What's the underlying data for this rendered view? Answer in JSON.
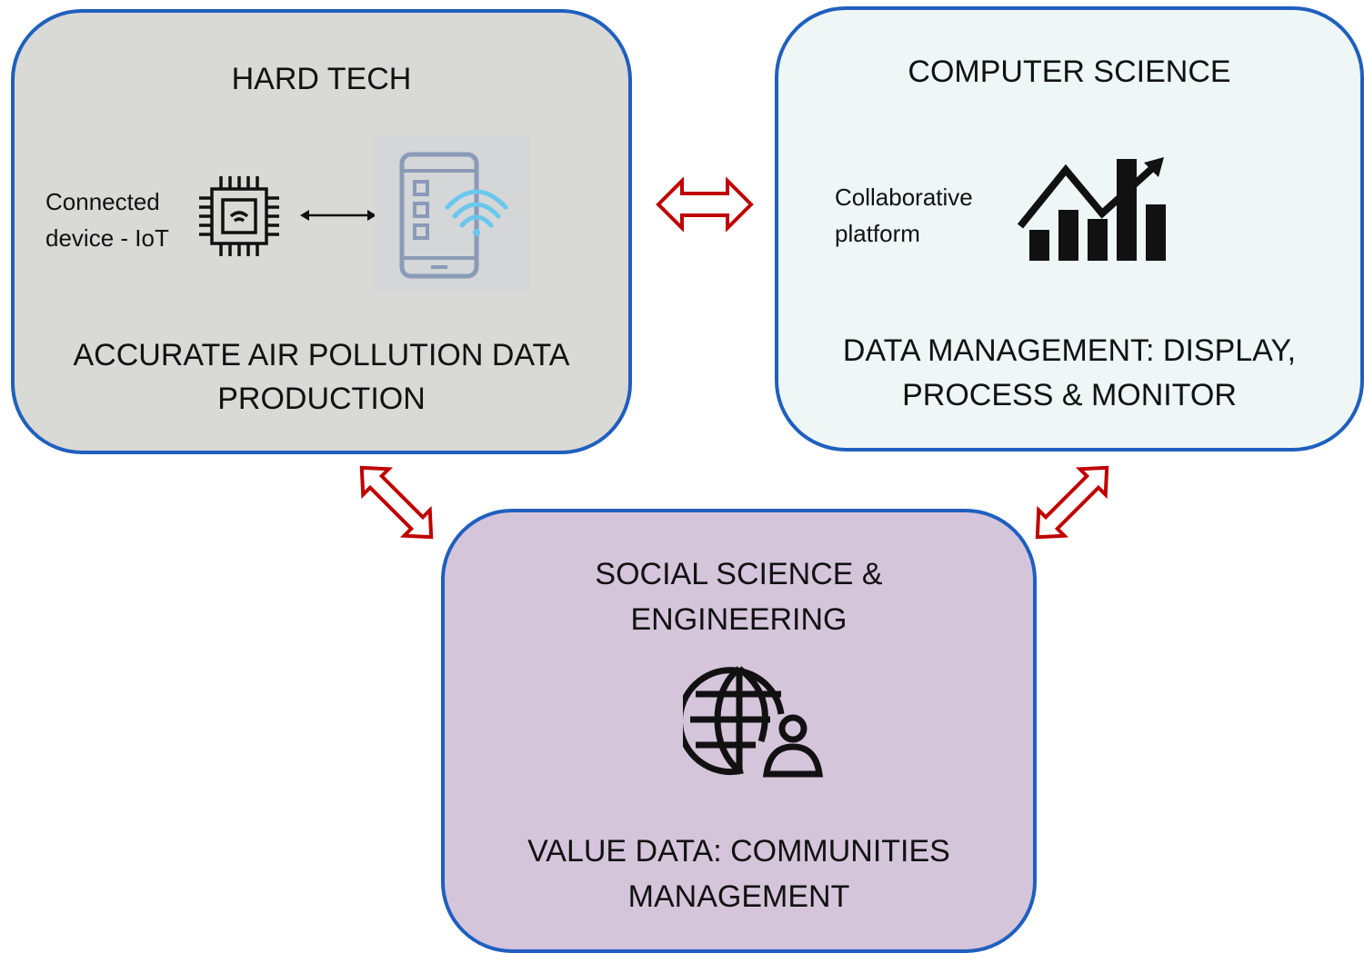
{
  "colors": {
    "border": "#1f5fbf",
    "hard_tech_fill": "#d9d9d5",
    "computer_science_fill": "#eef7f6",
    "social_fill": "#d5c5db",
    "arrow": "#c00000"
  },
  "hard_tech": {
    "title": "HARD TECH",
    "device_label_line1": "Connected",
    "device_label_line2": "device - IoT",
    "subtitle_line1": "ACCURATE AIR POLLUTION DATA",
    "subtitle_line2": "PRODUCTION",
    "icons": [
      "chip-wifi-icon",
      "double-arrow-icon",
      "phone-wifi-icon"
    ]
  },
  "computer_science": {
    "title": "COMPUTER SCIENCE",
    "platform_label_line1": "Collaborative",
    "platform_label_line2": "platform",
    "subtitle_line1": "DATA MANAGEMENT: DISPLAY,",
    "subtitle_line2": "PROCESS & MONITOR",
    "icons": [
      "growth-chart-icon"
    ]
  },
  "social": {
    "title_line1": "SOCIAL SCIENCE  &",
    "title_line2": "ENGINEERING",
    "subtitle_line1": "VALUE DATA: COMMUNITIES",
    "subtitle_line2": "MANAGEMENT",
    "icons": [
      "globe-user-icon"
    ]
  }
}
